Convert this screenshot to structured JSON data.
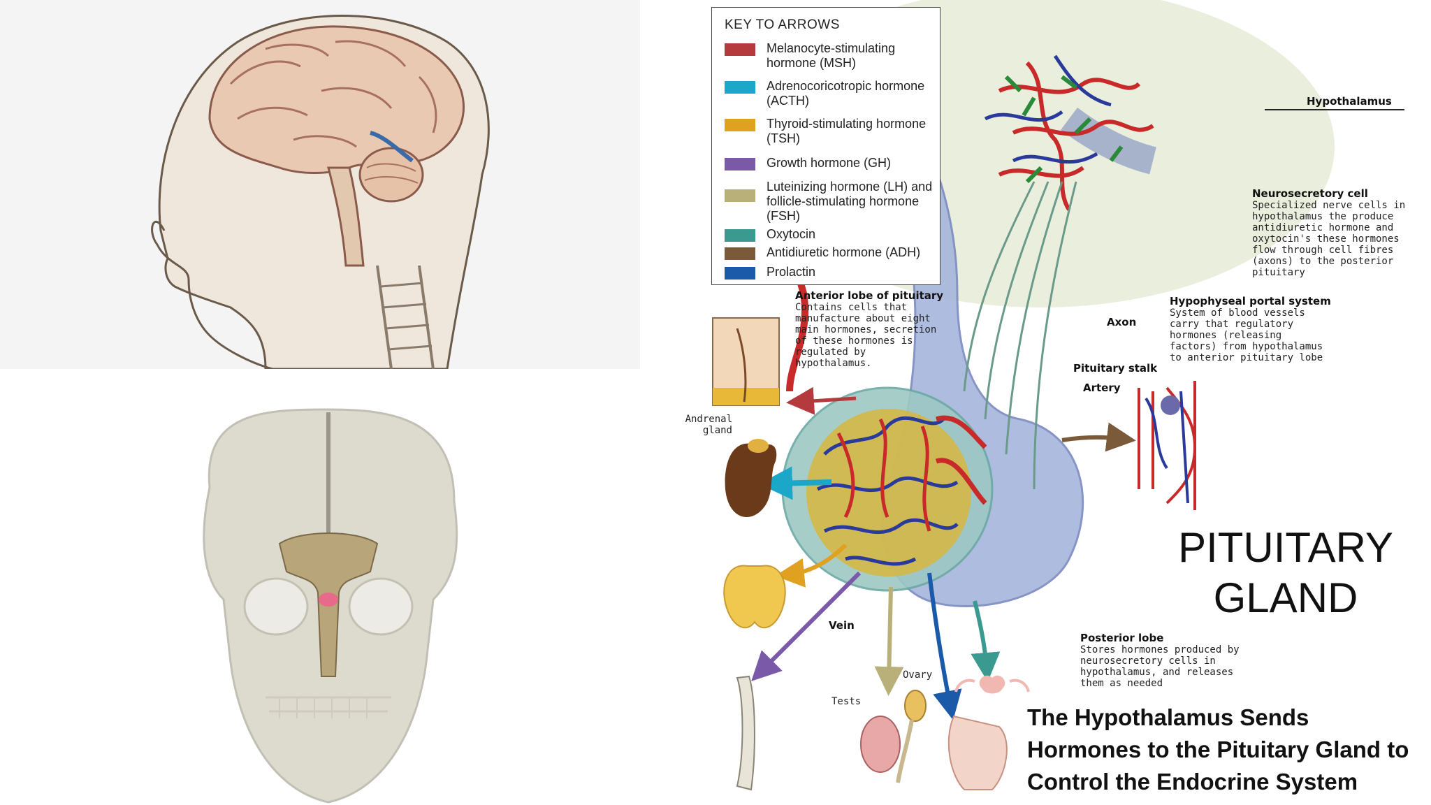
{
  "key": {
    "title": "KEY TO ARROWS",
    "items": [
      {
        "label": "Melanocyte-stimulating hormone (MSH)",
        "color": "#b53a3d"
      },
      {
        "label": "Adrenocoricotropic hormone (ACTH)",
        "color": "#1ba7c8"
      },
      {
        "label": "Thyroid-stimulating hormone (TSH)",
        "color": "#e0a020"
      },
      {
        "label": "Growth hormone (GH)",
        "color": "#7a5aa8"
      },
      {
        "label": "Luteinizing hormone (LH) and follicle-stimulating hormone (FSH)",
        "color": "#b8b078"
      },
      {
        "label": "Oxytocin",
        "color": "#3a9a90"
      },
      {
        "label": "Antidiuretic hormone (ADH)",
        "color": "#7a5a38"
      },
      {
        "label": "Prolactin",
        "color": "#1a5aa8"
      }
    ]
  },
  "labels": {
    "hypothalamus": "Hypothalamus",
    "neurosecretory_title": "Neurosecretory cell",
    "neurosecretory_body": "Specialized nerve cells in hypothalamus the produce antidiuretic hormone and oxytocin's these hormones flow through cell fibres (axons) to the posterior pituitary",
    "anterior_title": "Anterior lobe of pituitary",
    "anterior_body": "Contains cells that manufacture about eight main hormones, secretion of these hormones is regulated by hypothalamus.",
    "portal_title": "Hypophyseal portal system",
    "portal_body": "System of blood vessels carry that regulatory hormones (releasing factors) from hypothalamus to anterior pituitary lobe",
    "axon": "Axon",
    "stalk": "Pituitary stalk",
    "artery": "Artery",
    "adrenal": "Andrenal gland",
    "vein": "Vein",
    "ovary": "Ovary",
    "tests": "Tests",
    "posterior_title": "Posterior lobe",
    "posterior_body": "Stores hormones produced by neurosecretory cells in hypothalamus, and releases them as needed"
  },
  "title": "PITUITARY GLAND",
  "caption": "The Hypothalamus Sends Hormones to the Pituitary Gland to Control the Endocrine System"
}
